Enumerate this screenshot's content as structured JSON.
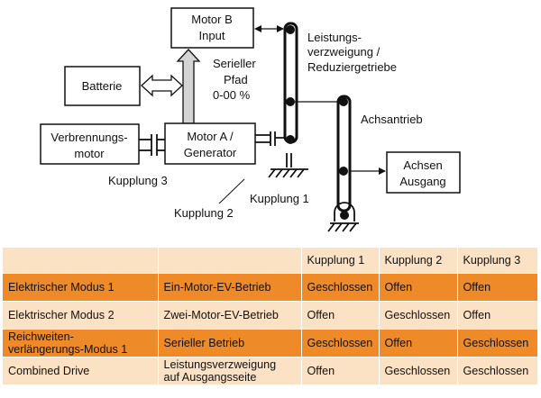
{
  "diagram": {
    "motor_b": [
      "Motor B",
      "Input"
    ],
    "batterie": "Batterie",
    "serieller_pfad": [
      "Serieller",
      "Pfad",
      "0-00 %"
    ],
    "leistungsverzweigung": [
      "Leistungs-",
      "verzweigung /",
      "Reduziergetriebe"
    ],
    "achsantrieb": "Achsantrieb",
    "verbrennungsmotor": [
      "Verbrennungs-",
      "motor"
    ],
    "motor_a": [
      "Motor A /",
      "Generator"
    ],
    "achsen_ausgang": [
      "Achsen",
      "Ausgang"
    ],
    "kupplung_3": "Kupplung 3",
    "kupplung_2": "Kupplung 2",
    "kupplung_1": "Kupplung 1"
  },
  "table": {
    "headers": [
      "",
      "",
      "Kupplung 1",
      "Kupplung 2",
      "Kupplung 3"
    ],
    "rows": [
      [
        "Elektrischer Modus 1",
        "Ein-Motor-EV-Betrieb",
        "Geschlossen",
        "Offen",
        "Offen"
      ],
      [
        "Elektrischer Modus 2",
        "Zwei-Motor-EV-Betrieb",
        "Offen",
        "Geschlossen",
        "Offen"
      ],
      [
        "Reichweiten-\nverlängerungs-Modus 1",
        "Serieller Betrieb",
        "Geschlossen",
        "Offen",
        "Geschlossen"
      ],
      [
        "Combined Drive",
        "Leistungsverzweigung\nauf Ausgangsseite",
        "Offen",
        "Geschlossen",
        "Geschlossen"
      ]
    ]
  },
  "colors": {
    "orange": "#ee8a28",
    "light_orange": "#fbe2c4",
    "arrow_fill": "#d4d4d4"
  }
}
